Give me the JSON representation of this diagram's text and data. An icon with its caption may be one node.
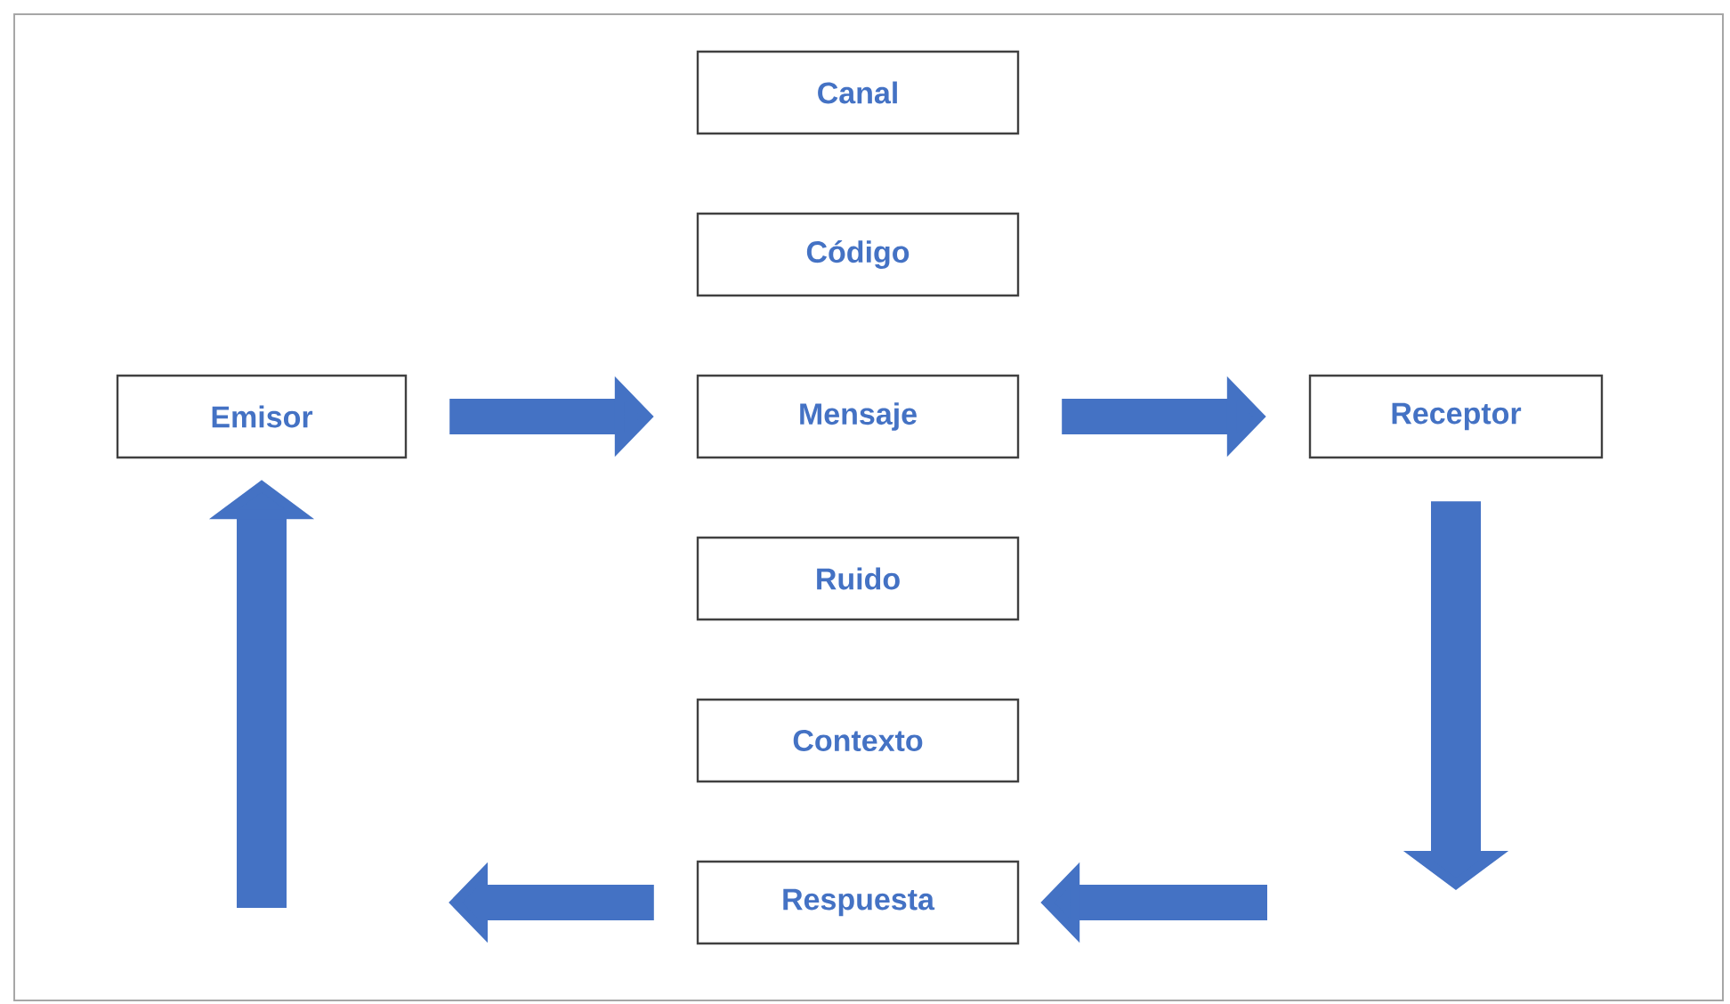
{
  "diagram": {
    "nodes": [
      {
        "text": [
          "Canal"
        ]
      },
      {
        "text": [
          "Código"
        ]
      },
      {
        "text": [
          "Emisor"
        ]
      },
      {
        "text": [
          "Mensaje"
        ]
      },
      {
        "text": [
          "Receptor"
        ]
      },
      {
        "text": [
          "Ruido"
        ]
      },
      {
        "text": [
          "Contexto"
        ]
      },
      {
        "text": [
          "Respuesta"
        ]
      }
    ],
    "edges": [
      {
        "from": 2,
        "to": 3,
        "arrow": "to"
      },
      {
        "from": 3,
        "to": 4,
        "arrow": "to"
      },
      {
        "from": 4,
        "to": null,
        "arrow": "to"
      },
      {
        "from": null,
        "to": 7,
        "arrow": "to"
      },
      {
        "from": 7,
        "to": null,
        "arrow": "to"
      },
      {
        "from": null,
        "to": 2,
        "arrow": "to"
      }
    ]
  }
}
